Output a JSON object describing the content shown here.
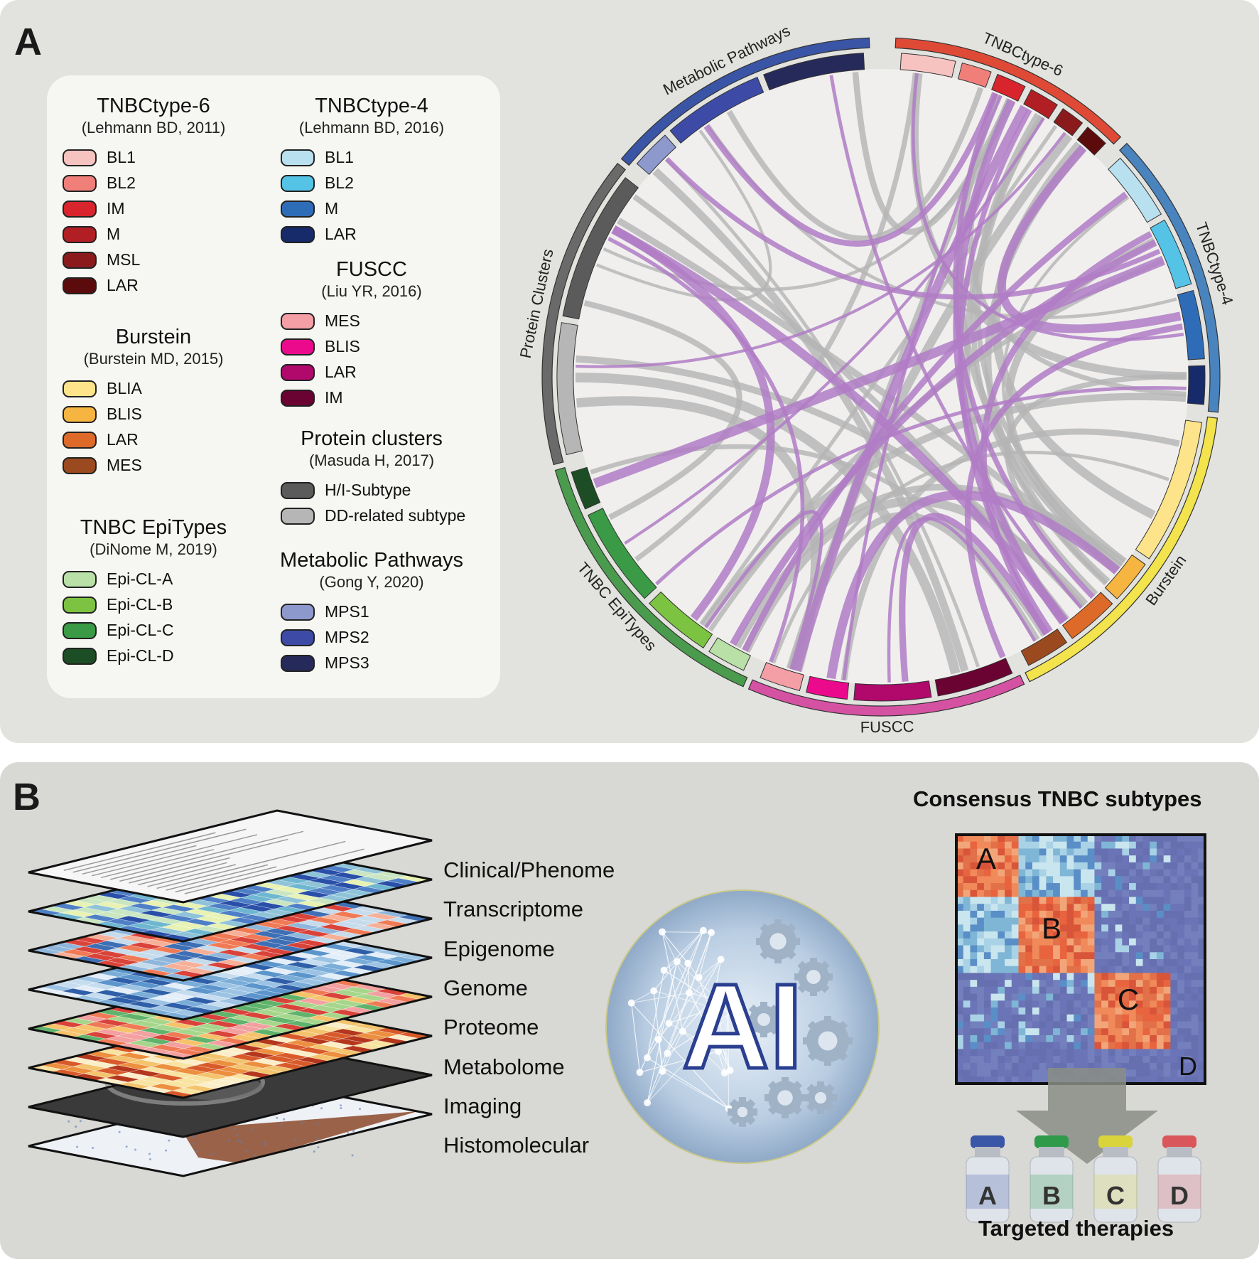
{
  "panel_a": {
    "letter": "A",
    "legend": [
      {
        "title": "TNBCtype-6",
        "cite": "(Lehmann BD, 2011)",
        "items": [
          {
            "label": "BL1",
            "color": "#f6c3c1"
          },
          {
            "label": "BL2",
            "color": "#f07f7a"
          },
          {
            "label": "IM",
            "color": "#d8242c"
          },
          {
            "label": "M",
            "color": "#b11f24"
          },
          {
            "label": "MSL",
            "color": "#8a1a1c"
          },
          {
            "label": "LAR",
            "color": "#5c0b0d"
          }
        ]
      },
      {
        "title": "Burstein",
        "cite": "(Burstein MD, 2015)",
        "items": [
          {
            "label": "BLIA",
            "color": "#fde38a"
          },
          {
            "label": "BLIS",
            "color": "#f6b441"
          },
          {
            "label": "LAR",
            "color": "#dd6a28"
          },
          {
            "label": "MES",
            "color": "#9a4a1e"
          }
        ]
      },
      {
        "title": "TNBC EpiTypes",
        "cite": "(DiNome M, 2019)",
        "items": [
          {
            "label": "Epi-CL-A",
            "color": "#b9e0a6"
          },
          {
            "label": "Epi-CL-B",
            "color": "#7cc341"
          },
          {
            "label": "Epi-CL-C",
            "color": "#3a9a45"
          },
          {
            "label": "Epi-CL-D",
            "color": "#1c4d24"
          }
        ]
      },
      {
        "title": "TNBCtype-4",
        "cite": "(Lehmann BD, 2016)",
        "items": [
          {
            "label": "BL1",
            "color": "#b9e0ef"
          },
          {
            "label": "BL2",
            "color": "#55c3e6"
          },
          {
            "label": "M",
            "color": "#2f6cb7"
          },
          {
            "label": "LAR",
            "color": "#172b6a"
          }
        ]
      },
      {
        "title": "FUSCC",
        "cite": "(Liu YR, 2016)",
        "items": [
          {
            "label": "MES",
            "color": "#f49ea6"
          },
          {
            "label": "BLIS",
            "color": "#ec0a8c"
          },
          {
            "label": "LAR",
            "color": "#b0086b"
          },
          {
            "label": "IM",
            "color": "#6a0232"
          }
        ]
      },
      {
        "title": "Protein clusters",
        "cite": "(Masuda H, 2017)",
        "items": [
          {
            "label": "H/I-Subtype",
            "color": "#5b5b5b"
          },
          {
            "label": "DD-related subtype",
            "color": "#b6b6b6"
          }
        ]
      },
      {
        "title": "Metabolic Pathways",
        "cite": "(Gong Y, 2020)",
        "items": [
          {
            "label": "MPS1",
            "color": "#8d98cd"
          },
          {
            "label": "MPS2",
            "color": "#3d4ba6"
          },
          {
            "label": "MPS3",
            "color": "#262a5a"
          }
        ]
      }
    ],
    "circos_groups": [
      {
        "name": "TNBCtype-6",
        "color": "#df4a36"
      },
      {
        "name": "TNBCtype-4",
        "color": "#4a84be"
      },
      {
        "name": "Burstein",
        "color": "#f3e34c"
      },
      {
        "name": "FUSCC",
        "color": "#d552a3"
      },
      {
        "name": "TNBC EpiTypes",
        "color": "#4a9b4d"
      },
      {
        "name": "Protein Clusters",
        "color": "#6a6a6a"
      },
      {
        "name": "Metabolic Pathways",
        "color": "#3a55a5"
      }
    ]
  },
  "panel_b": {
    "letter": "B",
    "layers": [
      "Clinical/Phenome",
      "Transcriptome",
      "Epigenome",
      "Genome",
      "Proteome",
      "Metabolome",
      "Imaging",
      "Histomolecular"
    ],
    "ai_label": "AI",
    "consensus_title": "Consensus TNBC subtypes",
    "cluster_labels": [
      "A",
      "B",
      "C",
      "D"
    ],
    "vials": [
      {
        "label": "A",
        "color": "#3a56a6"
      },
      {
        "label": "B",
        "color": "#2e9a4a"
      },
      {
        "label": "C",
        "color": "#d9d33c"
      },
      {
        "label": "D",
        "color": "#d9575a"
      }
    ],
    "therapies_title": "Targeted therapies"
  }
}
